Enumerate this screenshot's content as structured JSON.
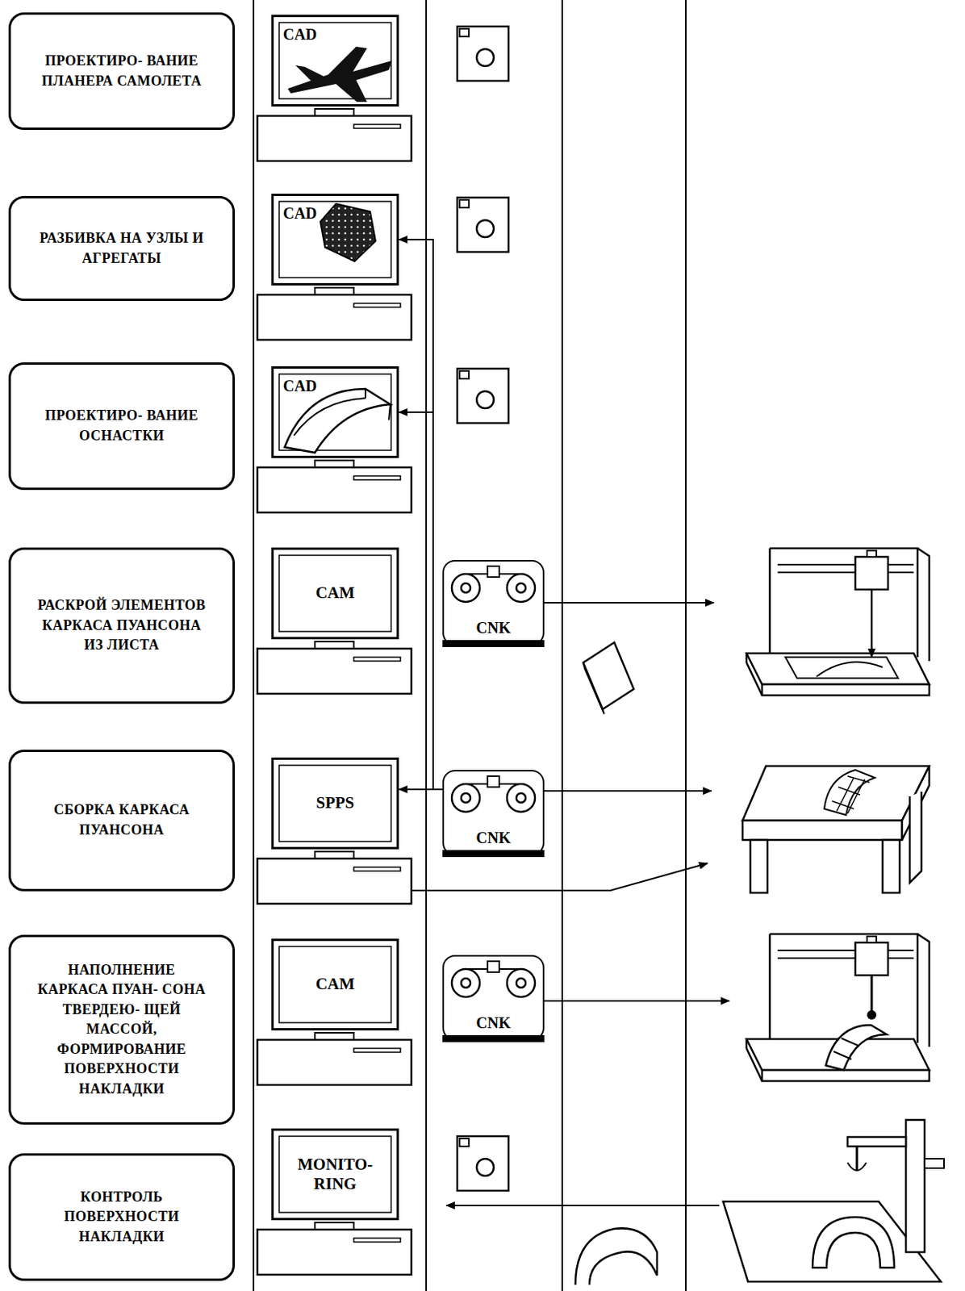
{
  "diagram": {
    "nodes": [
      {
        "text": [
          "ПРОЕКТИРО- ВАНИЕ ПЛАНЕРА САМОЛЕТА"
        ]
      },
      {
        "text": [
          "CAD"
        ]
      },
      {
        "text": [
          "РАЗБИВКА НА УЗЛЫ И АГРЕГАТЫ"
        ]
      },
      {
        "text": [
          "CAD"
        ]
      },
      {
        "text": [
          "ПРОЕКТИРО- ВАНИЕ ОСНАСТКИ"
        ]
      },
      {
        "text": [
          "CAD"
        ]
      },
      {
        "text": [
          "РАСКРОЙ ЭЛЕМЕНТОВ КАРКАСА ПУАНСОНА ИЗ ЛИСТА"
        ]
      },
      {
        "text": [
          "CAM"
        ]
      },
      {
        "text": [
          "CNK"
        ]
      },
      {
        "text": [
          "СБОРКА КАРКАСА ПУАНСОНА"
        ]
      },
      {
        "text": [
          "SPPS"
        ]
      },
      {
        "text": [
          "CNK"
        ]
      },
      {
        "text": [
          "НАПОЛНЕНИЕ КАРКАСА ПУАН- СОНА ТВЕРДЕЮ- ЩЕЙ МАССОЙ, ФОРМИРОВАНИЕ ПОВЕРХНОСТИ НАКЛАДКИ"
        ]
      },
      {
        "text": [
          "CAM"
        ]
      },
      {
        "text": [
          "CNK"
        ]
      },
      {
        "text": [
          "КОНТРОЛЬ ПОВЕРХНОСТИ НАКЛАДКИ"
        ]
      },
      {
        "text": [
          "MONITO- RING"
        ]
      }
    ],
    "edges": [
      {
        "from": 11,
        "to": 3,
        "arrow": "to"
      },
      {
        "from": 11,
        "to": 5,
        "arrow": "to"
      },
      {
        "from": 11,
        "to": 10,
        "arrow": "to"
      }
    ]
  }
}
